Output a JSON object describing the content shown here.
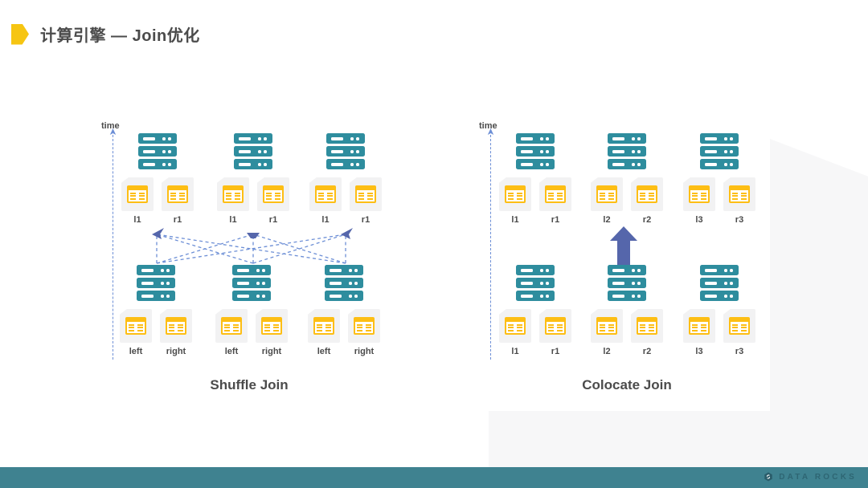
{
  "slide": {
    "title": "计算引擎 — Join优化",
    "bullet_color": "#f6c512"
  },
  "colors": {
    "accent_yellow": "#f6c512",
    "server_teal": "#2e8d9e",
    "table_orange": "#fdbe14",
    "arrow_blue": "#5566ab",
    "dashed_blue": "#6d8fd6",
    "footer_teal": "#3f8290",
    "text_gray": "#4b4b4b",
    "panel_gray": "#f2f2f3",
    "bg_shape_gray": "#f7f7f8"
  },
  "diagrams": [
    {
      "id": "shuffle-join",
      "caption": "Shuffle Join",
      "axis_label": "time",
      "top_row": {
        "nodes": [
          {
            "tables": [
              "l1",
              "r1"
            ]
          },
          {
            "tables": [
              "l1",
              "r1"
            ]
          },
          {
            "tables": [
              "l1",
              "r1"
            ]
          }
        ]
      },
      "bottom_row": {
        "nodes": [
          {
            "tables": [
              "left",
              "right"
            ]
          },
          {
            "tables": [
              "left",
              "right"
            ]
          },
          {
            "tables": [
              "left",
              "right"
            ]
          }
        ]
      },
      "connections": "full-mesh-dashed"
    },
    {
      "id": "colocate-join",
      "caption": "Colocate Join",
      "axis_label": "time",
      "top_row": {
        "nodes": [
          {
            "tables": [
              "l1",
              "r1"
            ]
          },
          {
            "tables": [
              "l2",
              "r2"
            ]
          },
          {
            "tables": [
              "l3",
              "r3"
            ]
          }
        ]
      },
      "bottom_row": {
        "nodes": [
          {
            "tables": [
              "l1",
              "r1"
            ]
          },
          {
            "tables": [
              "l2",
              "r2"
            ]
          },
          {
            "tables": [
              "l3",
              "r3"
            ]
          }
        ]
      },
      "connections": "single-local-arrow"
    }
  ],
  "footer": {
    "brand": "DATA ROCKS"
  }
}
